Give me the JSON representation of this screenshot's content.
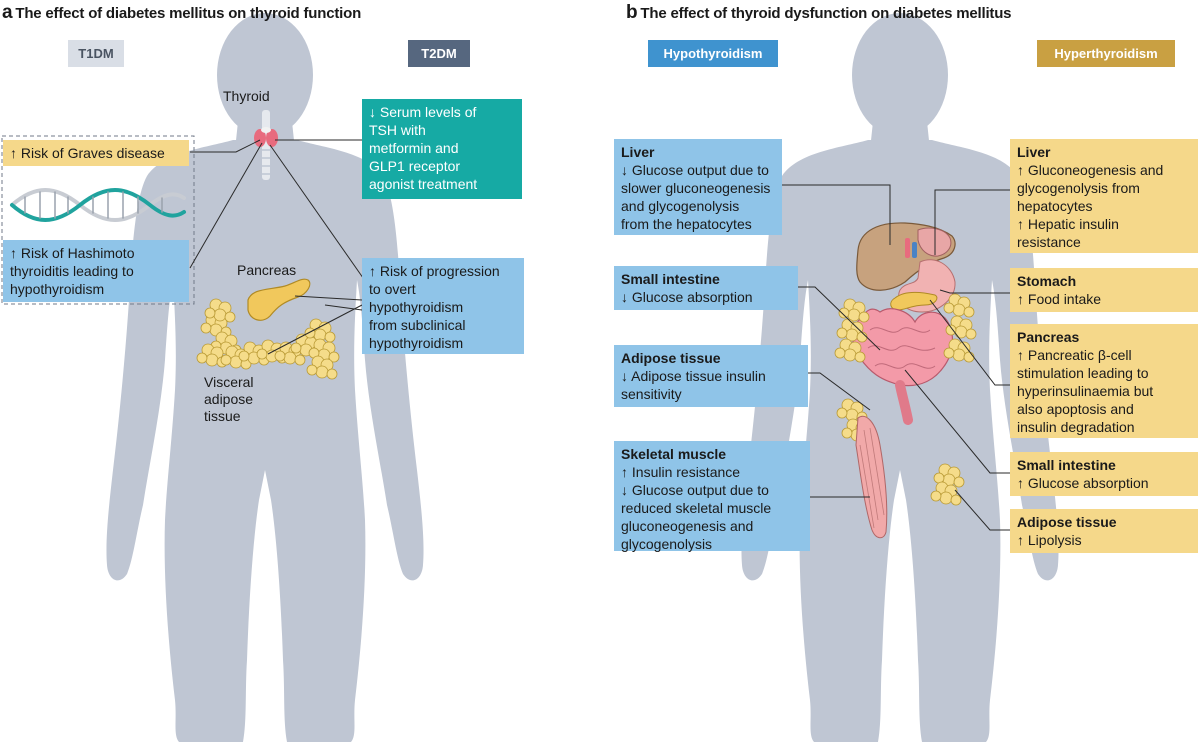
{
  "panel_a": {
    "letter": "a",
    "title": "The effect of diabetes mellitus on thyroid function",
    "t1dm_label": "T1DM",
    "t2dm_label": "T2DM",
    "thyroid_label": "Thyroid",
    "pancreas_label": "Pancreas",
    "visceral_label": [
      "Visceral",
      "adipose",
      "tissue"
    ],
    "graves_box": "↑ Risk of Graves disease",
    "hashimoto_box": [
      "↑ Risk of Hashimoto",
      "thyroiditis leading to",
      "hypothyroidism"
    ],
    "tsh_box": [
      "↓ Serum levels of",
      "TSH with",
      "metformin and",
      "GLP1 receptor",
      "agonist treatment"
    ],
    "progression_box": [
      "↑ Risk of progression",
      "to overt",
      "hypothyroidism",
      "from subclinical",
      "hypothyroidism"
    ]
  },
  "panel_b": {
    "letter": "b",
    "title": "The effect of thyroid dysfunction on diabetes mellitus",
    "hypo_label": "Hypothyroidism",
    "hyper_label": "Hyperthyroidism",
    "hypo": {
      "liver": {
        "title": "Liver",
        "lines": [
          "↓ Glucose output due to",
          "slower gluconeogenesis",
          "and glycogenolysis",
          "from the hepatocytes"
        ]
      },
      "small_intestine": {
        "title": "Small intestine",
        "lines": [
          "↓ Glucose absorption"
        ]
      },
      "adipose": {
        "title": "Adipose tissue",
        "lines": [
          "↓ Adipose tissue insulin",
          "sensitivity"
        ]
      },
      "skeletal_muscle": {
        "title": "Skeletal muscle",
        "lines": [
          "↑ Insulin resistance",
          "↓ Glucose output due to",
          "reduced skeletal muscle",
          "gluconeogenesis and",
          "glycogenolysis"
        ]
      }
    },
    "hyper": {
      "liver": {
        "title": "Liver",
        "lines": [
          "↑ Gluconeogenesis and",
          "glycogenolysis from",
          "hepatocytes",
          "↑ Hepatic insulin",
          "resistance"
        ]
      },
      "stomach": {
        "title": "Stomach",
        "lines": [
          "↑ Food intake"
        ]
      },
      "pancreas": {
        "title": "Pancreas",
        "lines": [
          "↑ Pancreatic β-cell",
          "stimulation leading to",
          "hyperinsulinaemia but",
          "also apoptosis and",
          "insulin degradation"
        ]
      },
      "small_intestine": {
        "title": "Small intestine",
        "lines": [
          "↑ Glucose absorption"
        ]
      },
      "adipose": {
        "title": "Adipose tissue",
        "lines": [
          "↑ Lipolysis"
        ]
      }
    }
  },
  "colors": {
    "body": "#bfc6d3",
    "blue_box": "#8fc4e8",
    "yellow_box": "#f5d88a",
    "teal_box": "#16aaa4",
    "t1dm_header": "#d9dee6",
    "t2dm_header": "#56677f",
    "hypo_header": "#3f93cf",
    "hyper_header": "#c9a042"
  }
}
